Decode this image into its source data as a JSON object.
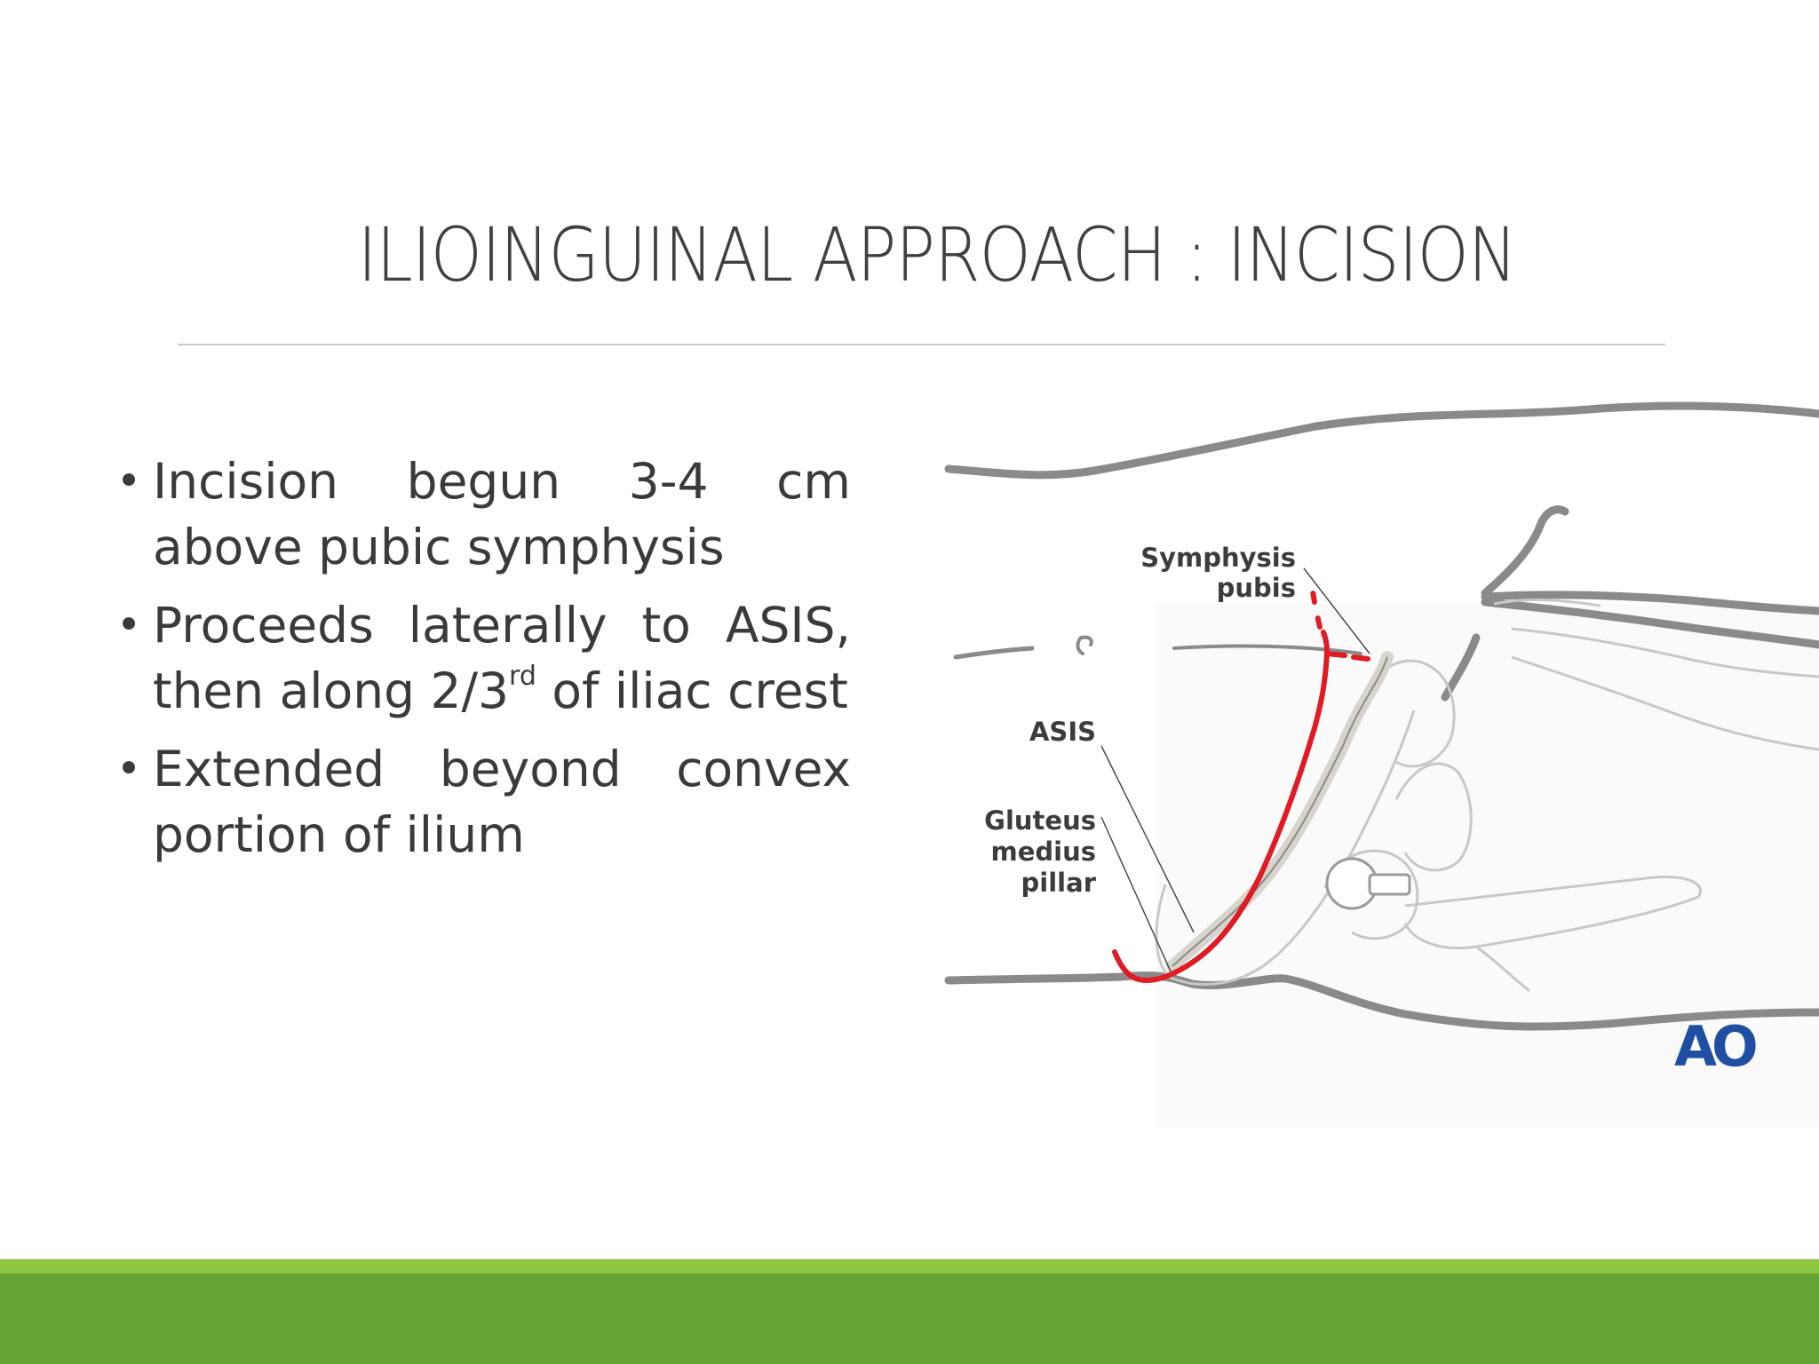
{
  "slide": {
    "title": "ILIOINGUINAL APPROACH : INCISION",
    "bullets": [
      {
        "text": "Incision begun 3-4 cm above pubic symphysis"
      },
      {
        "text_before": "Proceeds laterally to ASIS, then along 2/3",
        "superscript": "rd",
        "text_after": " of iliac crest"
      },
      {
        "text": "Extended beyond convex portion of ilium"
      }
    ],
    "bullet_glyph": "•"
  },
  "figure": {
    "labels": {
      "symphysis_line1": "Symphysis",
      "symphysis_line2": "pubis",
      "asis": "ASIS",
      "gluteus_line1": "Gluteus",
      "gluteus_line2": "medius",
      "gluteus_line3": "pillar"
    },
    "logo": "AO",
    "colors": {
      "incision": "#e01b24",
      "outline": "#8a8a8a",
      "bone": "#c8c8c8",
      "logo": "#1f4ea3"
    }
  },
  "theme": {
    "accent_light": "#8dc63f",
    "accent_dark": "#66a535"
  }
}
